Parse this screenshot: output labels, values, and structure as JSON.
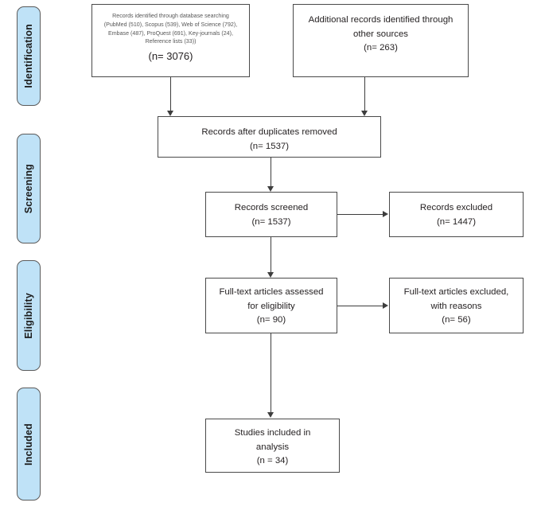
{
  "diagram": {
    "type": "prisma-flow-diagram",
    "stages": [
      {
        "label": "Identification"
      },
      {
        "label": "Screening"
      },
      {
        "label": "Eligibility"
      },
      {
        "label": "Included"
      }
    ],
    "boxes": {
      "database_search": {
        "lines": [
          "Records identified through database searching",
          "(PubMed (510), Scopus (539), Web of Science (792),",
          "Embase (487), ProQuest (691), Key-journals (24),",
          "Reference lists (33))"
        ],
        "count": "(n= 3076)"
      },
      "other_sources": {
        "lines": [
          "Additional records identified through",
          "other sources"
        ],
        "count": "(n= 263)"
      },
      "duplicates_removed": {
        "lines": [
          "Records after duplicates removed"
        ],
        "count": "(n= 1537)"
      },
      "records_screened": {
        "lines": [
          "Records screened"
        ],
        "count": "(n= 1537)"
      },
      "records_excluded": {
        "lines": [
          "Records excluded"
        ],
        "count": "(n= 1447)"
      },
      "fulltext_assessed": {
        "lines": [
          "Full-text articles assessed",
          "for eligibility"
        ],
        "count": "(n= 90)"
      },
      "fulltext_excluded": {
        "lines": [
          "Full-text articles excluded,",
          "with reasons"
        ],
        "count": "(n= 56)"
      },
      "studies_included": {
        "lines": [
          "Studies included in",
          "analysis"
        ],
        "count": "(n = 34)"
      }
    },
    "colors": {
      "stage_tab_fill": "#bfe2f7",
      "stage_tab_border": "#5b5b5b",
      "box_border": "#4a4a4a",
      "connector": "#3d3d3d",
      "text": "#231f20",
      "small_text": "#575757",
      "background": "#ffffff"
    }
  }
}
